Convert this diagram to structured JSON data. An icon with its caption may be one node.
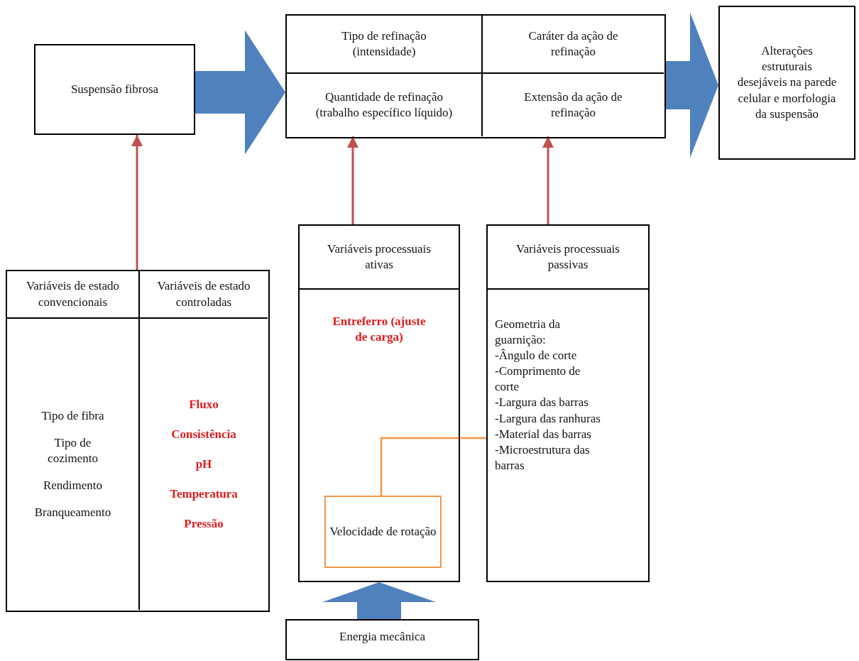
{
  "diagram": {
    "nodes": [
      {
        "text": [
          "Suspensão fibrosa"
        ]
      },
      {
        "text": [],
        "shape": "box"
      },
      {
        "text": [
          "Tipo de refinação (intensidade)"
        ],
        "in": 1
      },
      {
        "text": [
          "Caráter da ação de refinação"
        ],
        "in": 1
      },
      {
        "text": [
          "Quantidade de refinação (trabalho específico líquido)"
        ],
        "in": 1
      },
      {
        "text": [
          "Extensão da ação de refinação"
        ],
        "in": 1
      },
      {
        "text": [
          "Alterações estruturais desejáveis na parede celular e morfologia da suspensão"
        ]
      },
      {
        "text": [],
        "shape": "box"
      },
      {
        "text": [
          "Variáveis de estado convencionais"
        ],
        "in": 7
      },
      {
        "text": [
          "Variáveis de estado controladas"
        ],
        "in": 7
      },
      {
        "text": [
          "Tipo de fibra",
          "Tipo de cozimento",
          "Rendimento",
          "Branqueamento"
        ],
        "in": 7
      },
      {
        "text": [
          "Fluxo",
          "Consistência",
          "pH",
          "Temperatura",
          "Pressão"
        ],
        "in": 7
      },
      {
        "text": [
          "Variáveis processuais ativas"
        ]
      },
      {
        "text": [
          "Entreferro (ajuste de carga)"
        ]
      },
      {
        "text": [
          "Velocidade de rotação"
        ],
        "in": 13
      },
      {
        "text": [
          "Variáveis processuais passivas"
        ]
      },
      {
        "text": [
          "Geometria da guarnição:",
          "-Ângulo de corte",
          "-Comprimento de corte",
          "-Largura das barras",
          "-Largura das ranhuras",
          "-Material das barras",
          "-Microestrutura das barras"
        ]
      },
      {
        "text": [
          "Energia mecânica"
        ]
      }
    ],
    "edges": [
      {
        "from": 0,
        "to": 1,
        "arrow": "to",
        "style": "thick",
        "color": "#4f81bd"
      },
      {
        "from": 1,
        "to": 6,
        "arrow": "to",
        "style": "thick",
        "color": "#4f81bd"
      },
      {
        "from": 7,
        "to": 0,
        "arrow": "to",
        "color": "#c0504d"
      },
      {
        "from": 12,
        "to": 4,
        "arrow": "to",
        "color": "#c0504d"
      },
      {
        "from": 15,
        "to": 5,
        "arrow": "to",
        "color": "#c0504d"
      },
      {
        "from": 14,
        "to": 16,
        "arrow": "none",
        "color": "#f79646"
      },
      {
        "from": 17,
        "to": 13,
        "arrow": "to",
        "style": "thick",
        "color": "#4f81bd"
      }
    ]
  }
}
